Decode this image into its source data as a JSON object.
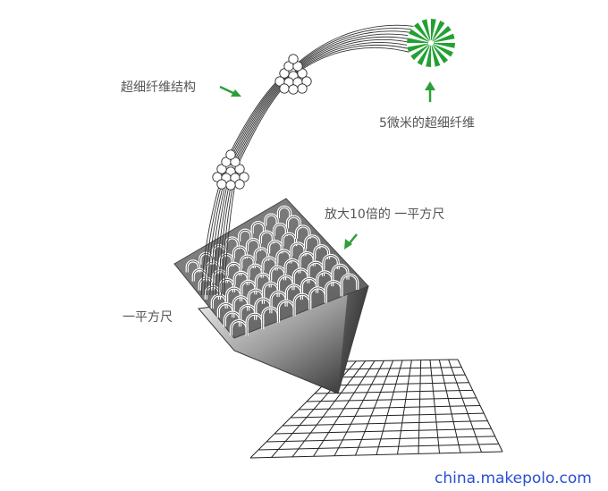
{
  "labels": {
    "superfine_structure": "超细纤维结构",
    "five_micron_fiber": "5微米的超细纤维",
    "magnified": "放大10倍的 一平方尺",
    "one_square_foot": "一平方尺"
  },
  "watermark": "china.makepolo.com",
  "colors": {
    "arrow_green": "#2e9e3a",
    "fiber_green": "#23a033",
    "line_gray": "#333333",
    "watermark_blue": "#2b4fd0"
  },
  "icons": {
    "fiber_cross_section": "green-starburst",
    "arrows": "green-arrow"
  }
}
